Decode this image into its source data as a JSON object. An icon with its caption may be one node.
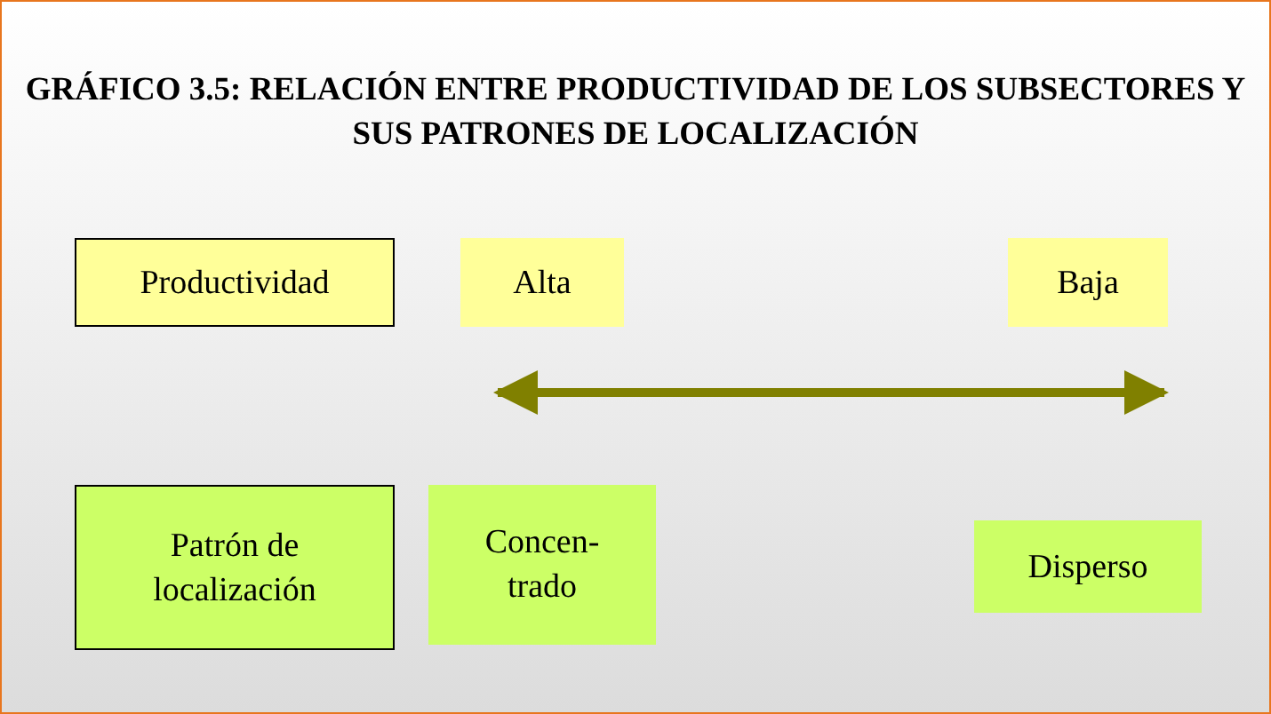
{
  "diagram": {
    "title": "GRÁFICO 3.5: RELACIÓN ENTRE PRODUCTIVIDAD DE LOS SUBSECTORES Y SUS PATRONES DE LOCALIZACIÓN",
    "nodes": [
      {
        "text": [
          "Productividad"
        ]
      },
      {
        "text": [
          "Alta"
        ]
      },
      {
        "text": [
          "Baja"
        ]
      },
      {
        "text": [
          "Patrón de localización"
        ]
      },
      {
        "text": [
          "Concen- trado"
        ]
      },
      {
        "text": [
          "Disperso"
        ]
      }
    ]
  }
}
